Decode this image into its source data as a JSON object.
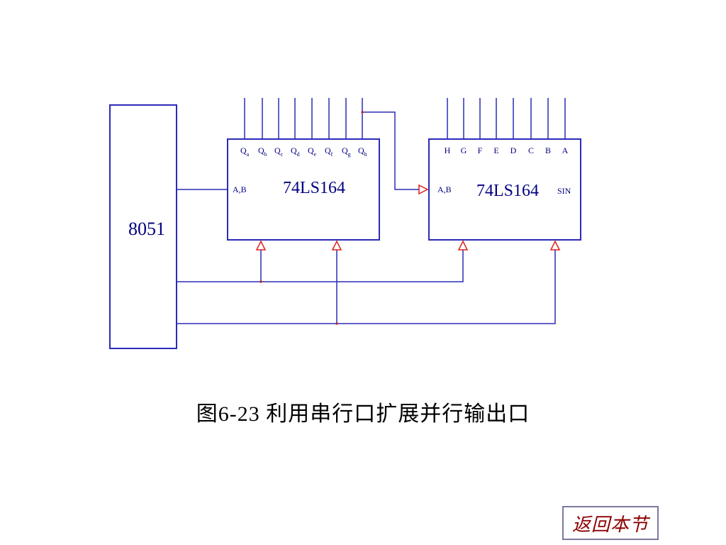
{
  "diagram": {
    "mcu_label": "8051",
    "chip1": {
      "name": "74LS164",
      "input_label": "A,B",
      "outputs": [
        {
          "main": "Q",
          "sub": "a"
        },
        {
          "main": "Q",
          "sub": "b"
        },
        {
          "main": "Q",
          "sub": "c"
        },
        {
          "main": "Q",
          "sub": "d"
        },
        {
          "main": "Q",
          "sub": "e"
        },
        {
          "main": "Q",
          "sub": "f"
        },
        {
          "main": "Q",
          "sub": "g"
        },
        {
          "main": "Q",
          "sub": "h"
        }
      ]
    },
    "chip2": {
      "name": "74LS164",
      "input_label": "A,B",
      "side_label": "SIN",
      "outputs": [
        "H",
        "G",
        "F",
        "E",
        "D",
        "C",
        "B",
        "A"
      ]
    },
    "colors": {
      "wire": "#2b2bb8",
      "box": "#2b2bb8",
      "arrow": "#e0201a",
      "text": "#000080"
    }
  },
  "caption": "图6-23  利用串行口扩展并行输出口",
  "back_button": {
    "label": "返回本节"
  }
}
